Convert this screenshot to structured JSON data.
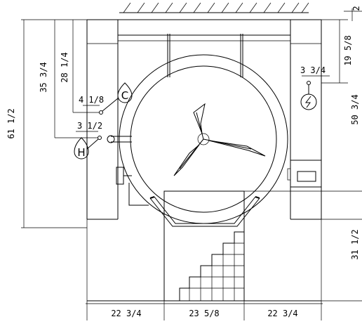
{
  "dimensions": {
    "d1": "61 1/2",
    "d2": "35 3/4",
    "d3": "28 1/4",
    "d4": "4 1/8",
    "d5": "3 1/2",
    "d6": "3 3/4",
    "d7": "19 5/8",
    "d8": "50 3/4",
    "d9": "31 1/2",
    "d10": "22 3/4",
    "d11": "23 5/8",
    "d12": "22 3/4",
    "d13": "2"
  },
  "connections": {
    "cold": "C",
    "hot": "H"
  },
  "icons": {
    "electrical": "lightning-bolt-icon"
  }
}
